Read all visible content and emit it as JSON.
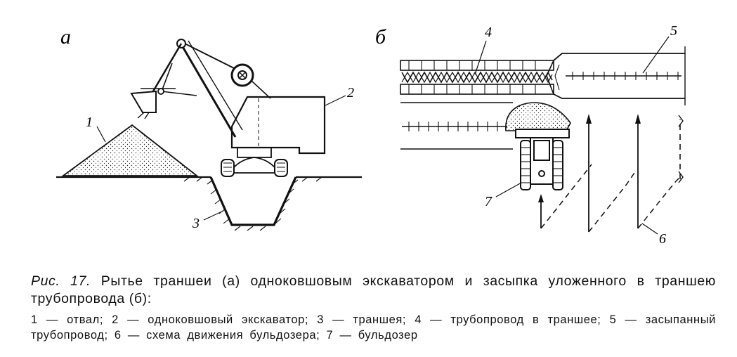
{
  "panels": {
    "a": {
      "label": "а"
    },
    "b": {
      "label": "б"
    }
  },
  "callouts": {
    "c1": "1",
    "c2": "2",
    "c3": "3",
    "c4": "4",
    "c5": "5",
    "c6": "6",
    "c7": "7"
  },
  "caption": {
    "lead": "Рис. 17.",
    "title": "Рытье траншеи (а) одноковшовым экскаватором и засыпка уложенного в траншею трубопровода (б):",
    "legend": "1 — отвал; 2 — одноковшовый экскаватор; 3 — траншея; 4 — трубопровод в траншее; 5 — засыпанный трубопровод; 6 — схема движения бульдозера; 7 — бульдозер"
  }
}
